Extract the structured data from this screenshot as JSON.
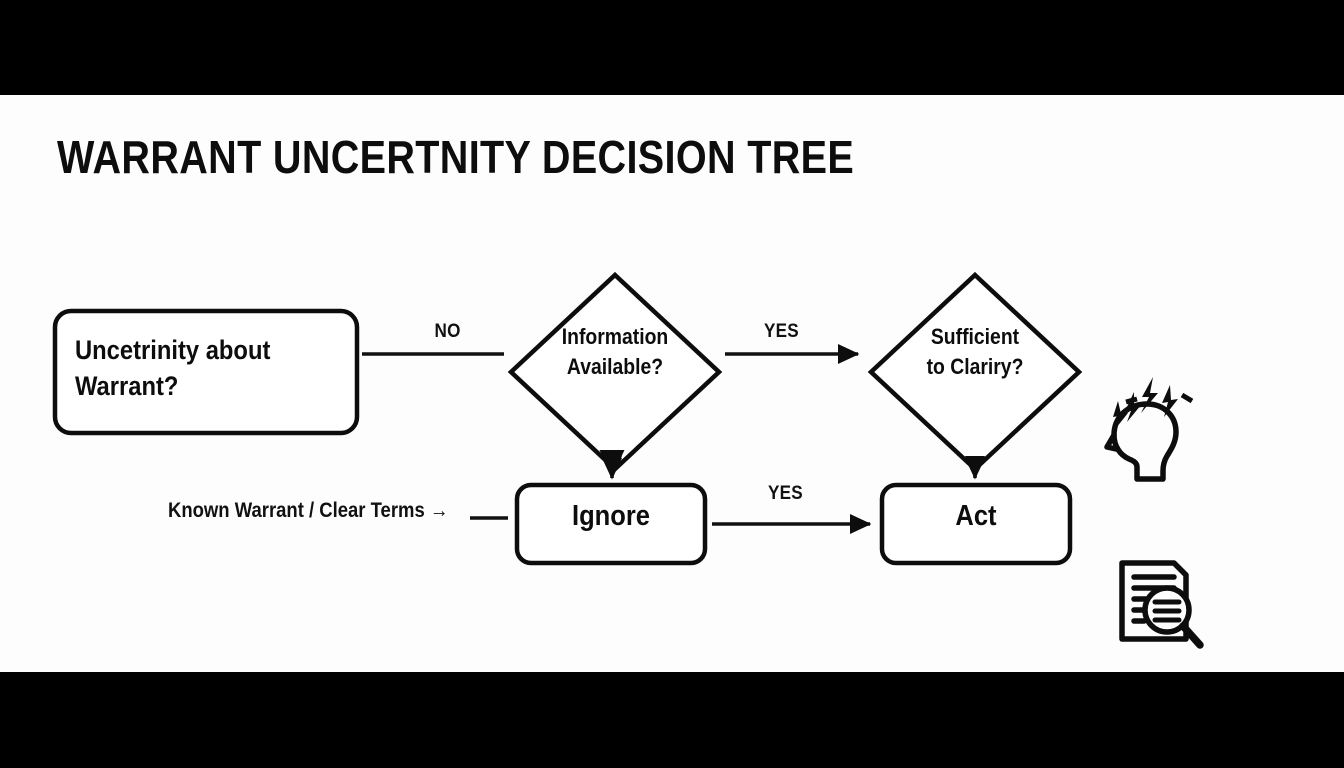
{
  "slide": {
    "title": "WARRANT UNCERTNITY DECISION TREE",
    "background_color": "#fdfdfd",
    "letterbox_color": "#000000",
    "ink_color": "#0d0d0d"
  },
  "diagram": {
    "type": "flowchart",
    "nodes": [
      {
        "id": "start",
        "shape": "rounded-rect",
        "label": "Uncetrinity about\nWarrant?"
      },
      {
        "id": "decision1",
        "shape": "diamond",
        "label": "Information\nAvailable?"
      },
      {
        "id": "decision2",
        "shape": "diamond",
        "label": "Sufficient\nto Clariry?"
      },
      {
        "id": "ignore",
        "shape": "rounded-rect",
        "label": "Ignore"
      },
      {
        "id": "act",
        "shape": "rounded-rect",
        "label": "Act"
      }
    ],
    "edges": [
      {
        "from": "start",
        "to": "decision1",
        "label": "NO",
        "arrow": false
      },
      {
        "from": "decision1",
        "to": "decision2",
        "label": "YES",
        "arrow": true
      },
      {
        "from": "decision1",
        "to": "ignore",
        "label": "",
        "arrow": true
      },
      {
        "from": "decision2",
        "to": "act",
        "label": "",
        "arrow": true
      },
      {
        "from": "ignore",
        "to": "act",
        "label": "YES",
        "arrow": true
      }
    ],
    "annotations": [
      {
        "id": "known-warrant",
        "label": "Known Warrant / Clear Terms  →"
      }
    ],
    "icons": [
      {
        "id": "confusion",
        "name": "head-with-lightning-icon"
      },
      {
        "id": "doc-review",
        "name": "document-magnifier-icon"
      }
    ]
  }
}
